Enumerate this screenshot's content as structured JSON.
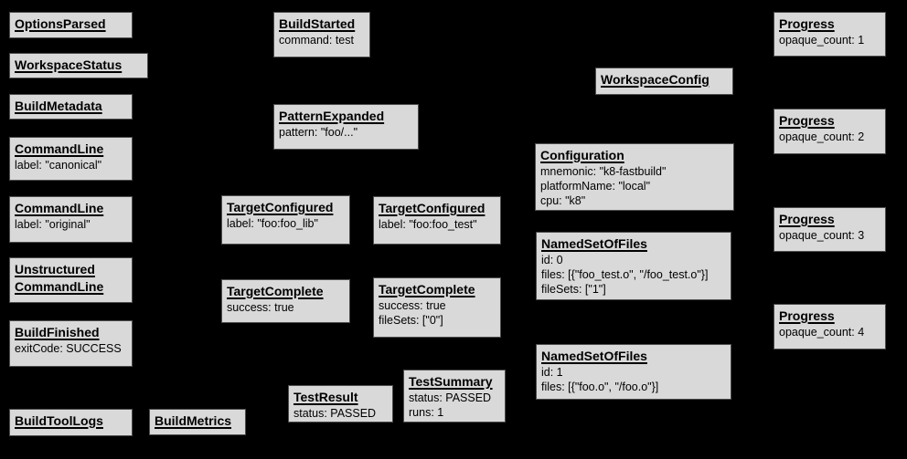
{
  "diagram": {
    "description": "Build event protocol graph of event boxes",
    "colors": {
      "background": "#000000",
      "box_fill": "#d9d9d9",
      "box_border": "#4d4d4d",
      "text": "#000000"
    }
  },
  "boxes": {
    "options_parsed": {
      "title": "OptionsParsed",
      "lines": []
    },
    "workspace_status": {
      "title": "WorkspaceStatus",
      "lines": []
    },
    "build_metadata": {
      "title": "BuildMetadata",
      "lines": []
    },
    "command_line_canonical": {
      "title": "CommandLine",
      "lines": [
        "label: \"canonical\""
      ]
    },
    "command_line_original": {
      "title": "CommandLine",
      "lines": [
        "label: \"original\""
      ]
    },
    "unstructured_command_line": {
      "title_lines": [
        "Unstructured",
        "CommandLine"
      ],
      "lines": []
    },
    "build_finished": {
      "title": "BuildFinished",
      "lines": [
        "exitCode: SUCCESS"
      ]
    },
    "build_tool_logs": {
      "title": "BuildToolLogs",
      "lines": []
    },
    "build_metrics": {
      "title": "BuildMetrics",
      "lines": []
    },
    "build_started": {
      "title": "BuildStarted",
      "lines": [
        "command: test"
      ]
    },
    "pattern_expanded": {
      "title": "PatternExpanded",
      "lines": [
        "pattern: \"foo/...\""
      ]
    },
    "target_configured_lib": {
      "title": "TargetConfigured",
      "lines": [
        "label: \"foo:foo_lib\""
      ]
    },
    "target_configured_test": {
      "title": "TargetConfigured",
      "lines": [
        "label: \"foo:foo_test\""
      ]
    },
    "target_complete_lib": {
      "title": "TargetComplete",
      "lines": [
        "success: true"
      ]
    },
    "target_complete_test": {
      "title": "TargetComplete",
      "lines": [
        "success: true",
        "fileSets: [\"0\"]"
      ]
    },
    "test_result": {
      "title": "TestResult",
      "lines": [
        "status: PASSED"
      ]
    },
    "test_summary": {
      "title": "TestSummary",
      "lines": [
        "status: PASSED",
        "runs: 1"
      ]
    },
    "workspace_config": {
      "title": "WorkspaceConfig",
      "lines": []
    },
    "configuration": {
      "title": "Configuration",
      "lines": [
        "mnemonic: \"k8-fastbuild\"",
        "platformName: \"local\"",
        "cpu: \"k8\""
      ]
    },
    "named_set_of_files_0": {
      "title": "NamedSetOfFiles",
      "lines": [
        "id: 0",
        "files: [{\"foo_test.o\", \"/foo_test.o\"}]",
        "fileSets: [\"1\"]"
      ]
    },
    "named_set_of_files_1": {
      "title": "NamedSetOfFiles",
      "lines": [
        "id: 1",
        "files: [{\"foo.o\", \"/foo.o\"}]"
      ]
    },
    "progress_1": {
      "title": "Progress",
      "lines": [
        "opaque_count: 1"
      ]
    },
    "progress_2": {
      "title": "Progress",
      "lines": [
        "opaque_count: 2"
      ]
    },
    "progress_3": {
      "title": "Progress",
      "lines": [
        "opaque_count: 3"
      ]
    },
    "progress_4": {
      "title": "Progress",
      "lines": [
        "opaque_count: 4"
      ]
    }
  }
}
